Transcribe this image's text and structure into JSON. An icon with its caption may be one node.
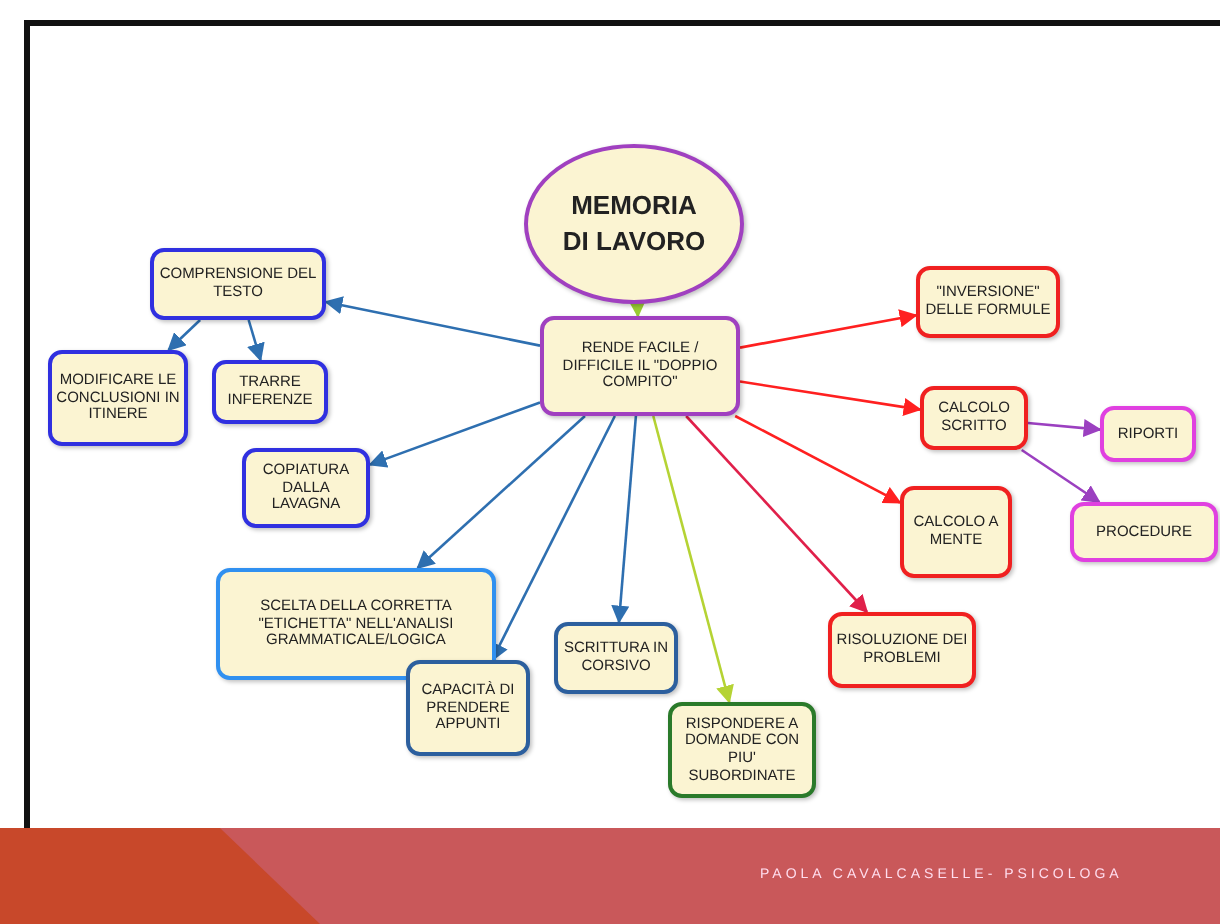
{
  "diagram": {
    "nodes": [
      {
        "text": [
          "MEMORIA DI LAVORO"
        ]
      },
      {
        "text": [
          "RENDE FACILE / DIFFICILE IL \"DOPPIO COMPITO\""
        ]
      },
      {
        "text": [
          "COMPRENSIONE DEL TESTO"
        ]
      },
      {
        "text": [
          "MODIFICARE LE CONCLUSIONI IN ITINERE"
        ]
      },
      {
        "text": [
          "TRARRE INFERENZE"
        ]
      },
      {
        "text": [
          "COPIATURA DALLA LAVAGNA"
        ]
      },
      {
        "text": [
          "SCELTA DELLA CORRETTA \"ETICHETTA\" NELL'ANALISI GRAMMATICALE/LOGICA"
        ]
      },
      {
        "text": [
          "CAPACITÀ DI PRENDERE APPUNTI"
        ]
      },
      {
        "text": [
          "SCRITTURA IN CORSIVO"
        ]
      },
      {
        "text": [
          "RISPONDERE A DOMANDE CON PIU' SUBORDINATE"
        ]
      },
      {
        "text": [
          "\"INVERSIONE\" DELLE FORMULE"
        ]
      },
      {
        "text": [
          "CALCOLO SCRITTO"
        ]
      },
      {
        "text": [
          "RIPORTI"
        ]
      },
      {
        "text": [
          "PROCEDURE"
        ]
      },
      {
        "text": [
          "CALCOLO A MENTE"
        ]
      },
      {
        "text": [
          "RISOLUZIONE DEI PROBLEMI"
        ]
      }
    ],
    "edges": [
      {
        "from": 0,
        "to": 1,
        "arrow": "to",
        "color": "#99cc33"
      },
      {
        "from": 1,
        "to": 2,
        "arrow": "to"
      },
      {
        "from": 2,
        "to": 3,
        "arrow": "to"
      },
      {
        "from": 2,
        "to": 4,
        "arrow": "to"
      },
      {
        "from": 1,
        "to": 5,
        "arrow": "to"
      },
      {
        "from": 1,
        "to": 6,
        "arrow": "to"
      },
      {
        "from": 1,
        "to": 7,
        "arrow": "to"
      },
      {
        "from": 1,
        "to": 8,
        "arrow": "to"
      },
      {
        "from": 1,
        "to": 9,
        "arrow": "to",
        "color": "#b5d334"
      },
      {
        "from": 1,
        "to": 10,
        "arrow": "to",
        "color": "#ff2020"
      },
      {
        "from": 1,
        "to": 11,
        "arrow": "to",
        "color": "#ff2020"
      },
      {
        "from": 1,
        "to": 14,
        "arrow": "to",
        "color": "#ff2020"
      },
      {
        "from": 1,
        "to": 15,
        "arrow": "to",
        "color": "#e0204a"
      },
      {
        "from": 11,
        "to": 12,
        "arrow": "to",
        "color": "#9b40c0"
      },
      {
        "from": 11,
        "to": 13,
        "arrow": "to",
        "color": "#9b40c0"
      }
    ],
    "labels": [
      "PAOLA CAVALCASELLE- PSICOLOGA"
    ]
  }
}
